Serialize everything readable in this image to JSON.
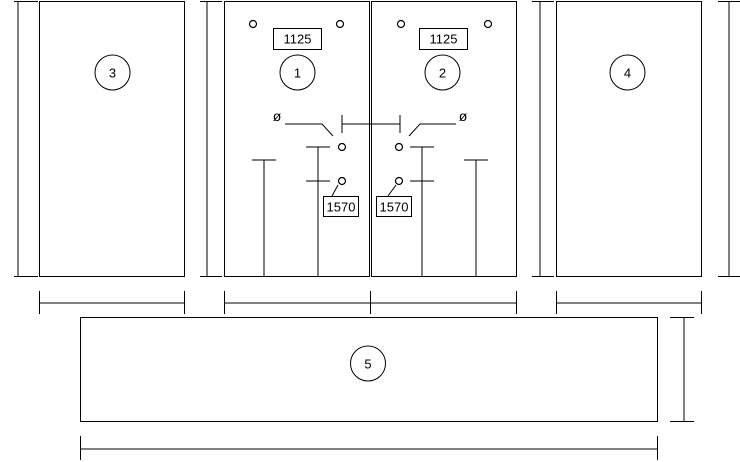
{
  "panels": [
    {
      "id": "3",
      "label": "3"
    },
    {
      "id": "1",
      "label": "1"
    },
    {
      "id": "2",
      "label": "2"
    },
    {
      "id": "4",
      "label": "4"
    },
    {
      "id": "5",
      "label": "5"
    }
  ],
  "hinge_dimension": "1125",
  "handle_dimension": "1570",
  "diameter_symbol": "ø"
}
